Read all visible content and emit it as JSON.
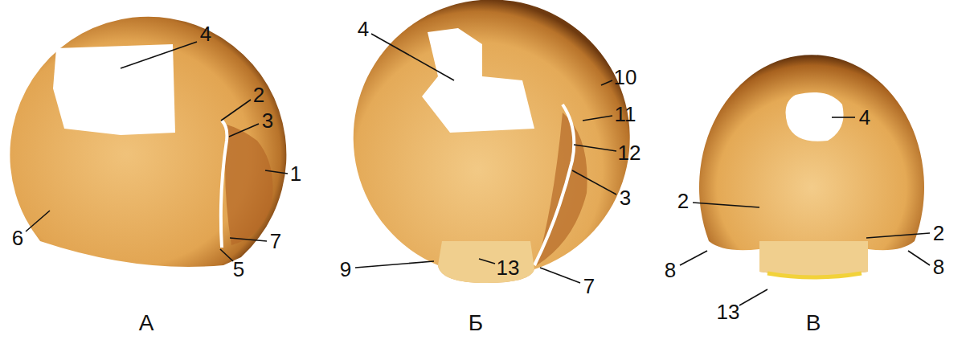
{
  "diagram": {
    "labels": [
      "4",
      "2",
      "3",
      "1",
      "7",
      "5",
      "6",
      "А",
      "4",
      "10",
      "11",
      "12",
      "3",
      "9",
      "13",
      "7",
      "Б",
      "4",
      "2",
      "2",
      "8",
      "8",
      "13",
      "В"
    ]
  }
}
